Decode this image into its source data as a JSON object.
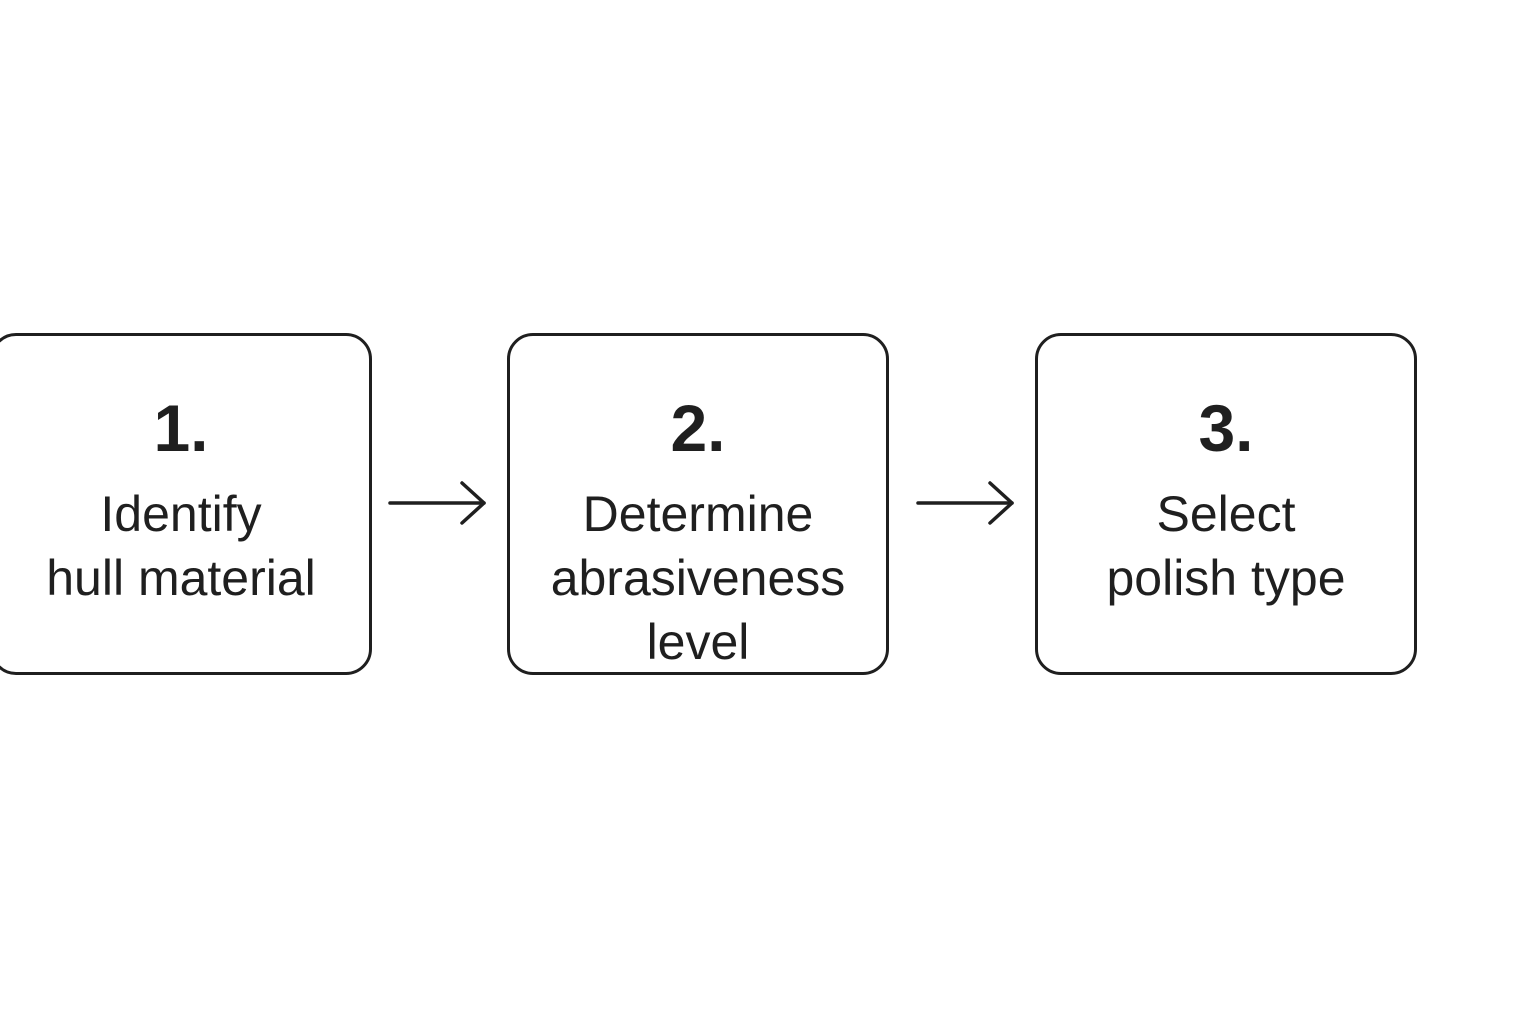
{
  "colors": {
    "stroke": "#1f1f1f",
    "background": "#ffffff"
  },
  "steps": [
    {
      "number": "1.",
      "lines": [
        "Identify",
        "hull material"
      ]
    },
    {
      "number": "2.",
      "lines": [
        "Determine",
        "abrasiveness",
        "level"
      ]
    },
    {
      "number": "3.",
      "lines": [
        "Select",
        "polish type"
      ]
    }
  ],
  "connectors": [
    {
      "from": "1.",
      "to": "2."
    },
    {
      "from": "2.",
      "to": "3."
    }
  ]
}
